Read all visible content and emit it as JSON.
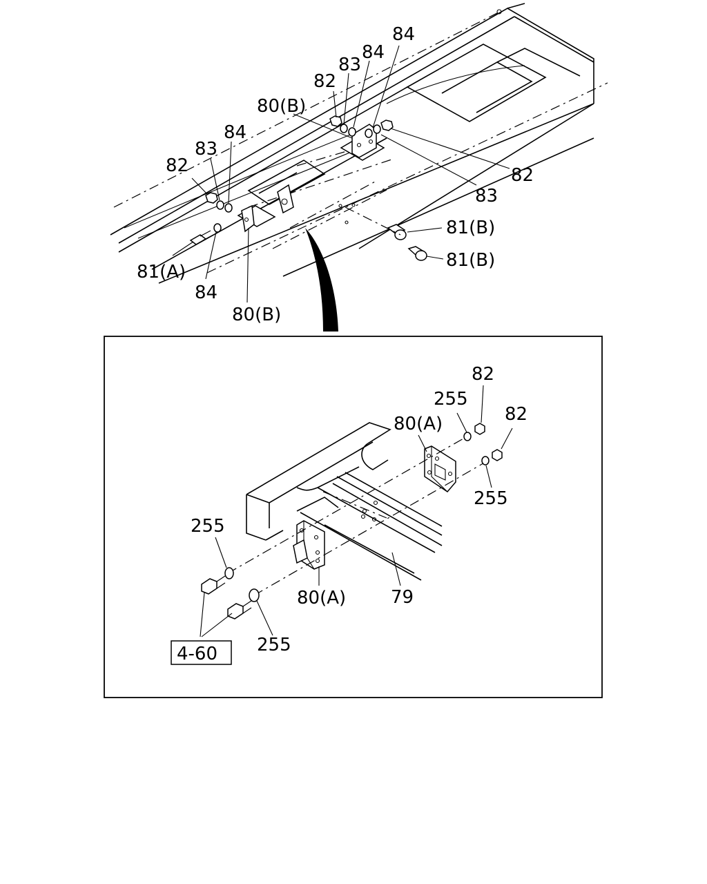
{
  "top_callouts": {
    "c82_left": "82",
    "c83_left": "83",
    "c84_left": "84",
    "c80b_top": "80(B)",
    "c82_top": "82",
    "c83_top": "83",
    "c84_top1": "84",
    "c84_top2": "84",
    "c82_right": "82",
    "c83_right": "83",
    "c81b_1": "81(B)",
    "c81b_2": "81(B)",
    "c81a": "81(A)",
    "c84_bottom": "84",
    "c80b_bottom": "80(B)"
  },
  "detail_callouts": {
    "c82_a": "82",
    "c255_a": "255",
    "c80a_right": "80(A)",
    "c82_b": "82",
    "c255_b": "255",
    "c255_left": "255",
    "c80a_left": "80(A)",
    "c79": "79",
    "c255_bottom": "255",
    "ref_box": "4-60"
  }
}
